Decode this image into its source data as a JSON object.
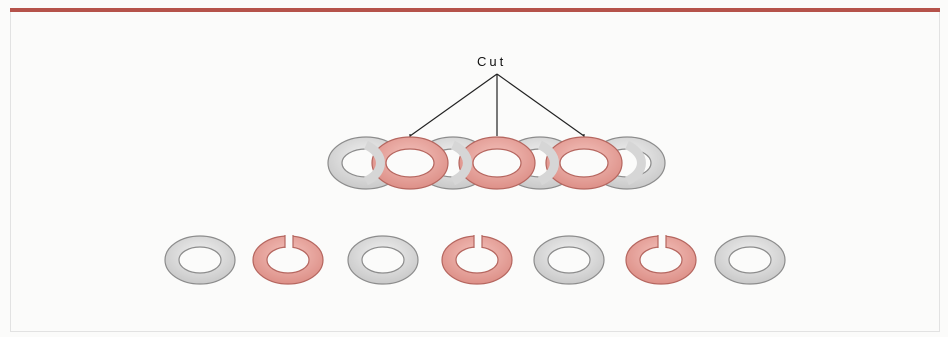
{
  "label": {
    "cut": "Cut"
  },
  "colors": {
    "accent_rule": "#b5524a",
    "gray_ring": "#d9d9d9",
    "gray_ring_edge": "#8c8c8c",
    "red_ring": "#eaa79f",
    "red_ring_edge": "#b5665f"
  },
  "chain": {
    "link_count": 7,
    "pattern": [
      "gray",
      "red",
      "gray",
      "red",
      "gray",
      "red",
      "gray"
    ],
    "cut_links": [
      2,
      4,
      6
    ]
  },
  "separated": {
    "ring_count": 7,
    "pattern": [
      "gray",
      "red-open",
      "gray",
      "red-open",
      "gray",
      "red-open",
      "gray"
    ]
  }
}
